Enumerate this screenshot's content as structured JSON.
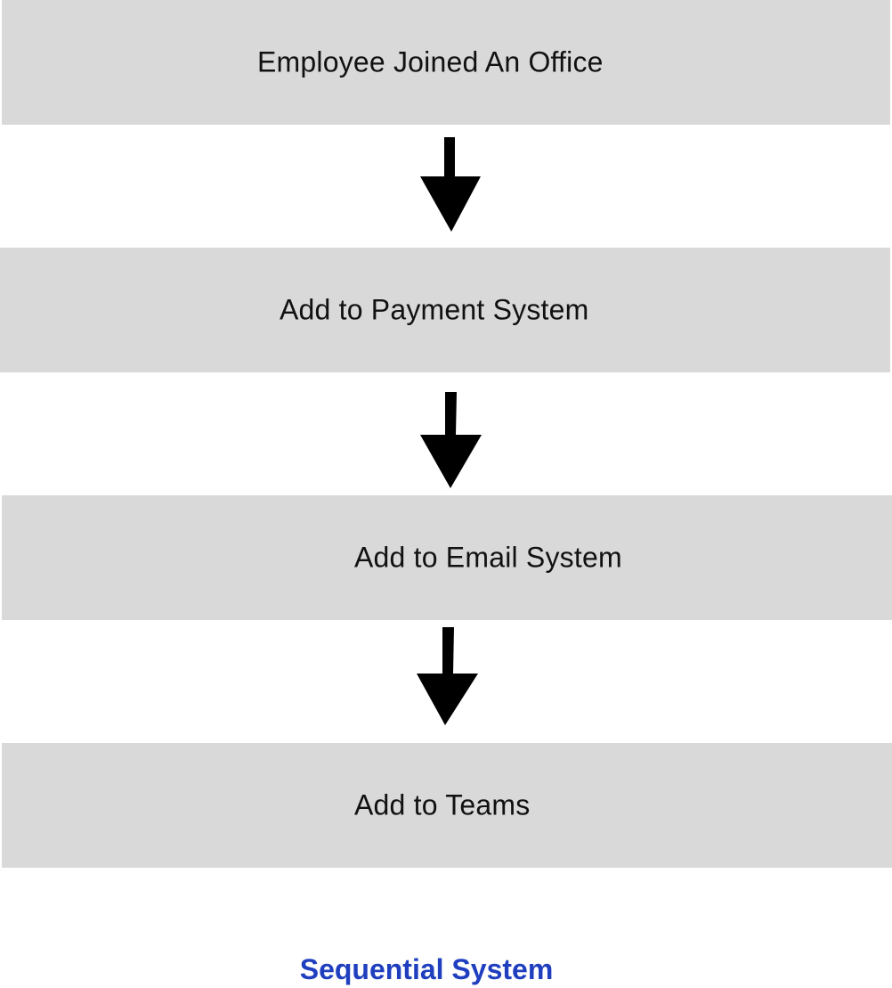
{
  "steps": [
    {
      "label": "Employee Joined An Office"
    },
    {
      "label": "Add to Payment System"
    },
    {
      "label": "Add to Email System"
    },
    {
      "label": "Add to Teams"
    }
  ],
  "caption": "Sequential System",
  "colors": {
    "box_fill": "#d9d9d9",
    "arrow": "#000000",
    "caption": "#1f3fbf"
  },
  "icons": {
    "connector": "arrow-down-icon"
  }
}
